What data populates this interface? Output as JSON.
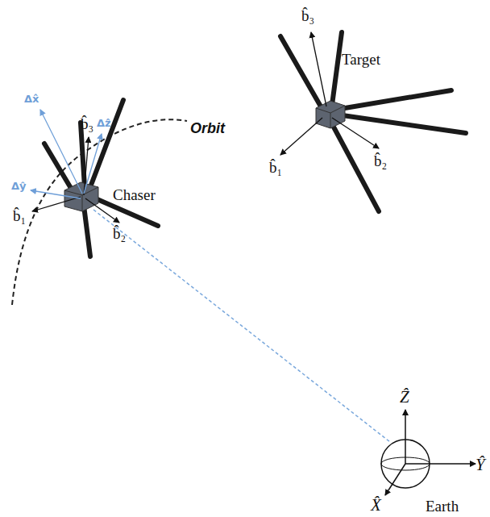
{
  "diagram": {
    "labels": [
      "Target",
      "b̂₃",
      "b̂₁",
      "b̂₂",
      "Chaser",
      "b̂₃",
      "b̂₁",
      "b̂₂",
      "Δx̂",
      "Δẑ",
      "Δŷ",
      "Orbit",
      "Ẑ",
      "Ŷ",
      "X̂",
      "Earth"
    ]
  }
}
